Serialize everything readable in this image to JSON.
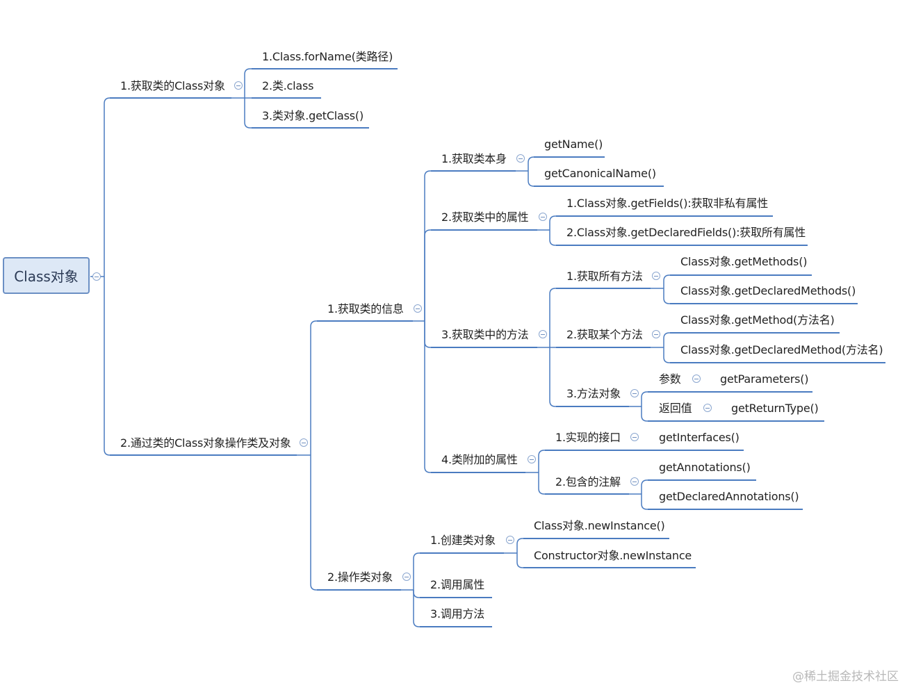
{
  "root": {
    "label": "Class对象"
  },
  "branch1": {
    "label": "1.获取类的Class对象",
    "children": [
      "1.Class.forName(类路径)",
      "2.类.class",
      "3.类对象.getClass()"
    ]
  },
  "branch2": {
    "label": "2.通过类的Class对象操作类及对象",
    "info": {
      "label": "1.获取类的信息",
      "self": {
        "label": "1.获取类本身",
        "children": [
          "getName()",
          "getCanonicalName()"
        ]
      },
      "fields": {
        "label": "2.获取类中的属性",
        "children": [
          "1.Class对象.getFields():获取非私有属性",
          "2.Class对象.getDeclaredFields():获取所有属性"
        ]
      },
      "methods": {
        "label": "3.获取类中的方法",
        "all": {
          "label": "1.获取所有方法",
          "children": [
            "Class对象.getMethods()",
            "Class对象.getDeclaredMethods()"
          ]
        },
        "one": {
          "label": "2.获取某个方法",
          "children": [
            "Class对象.getMethod(方法名)",
            "Class对象.getDeclaredMethod(方法名)"
          ]
        },
        "obj": {
          "label": "3.方法对象",
          "params": {
            "label": "参数",
            "child": "getParameters()"
          },
          "ret": {
            "label": "返回值",
            "child": "getReturnType()"
          }
        }
      },
      "extra": {
        "label": "4.类附加的属性",
        "iface": {
          "label": "1.实现的接口",
          "child": "getInterfaces()"
        },
        "anno": {
          "label": "2.包含的注解",
          "children": [
            "getAnnotations()",
            "getDeclaredAnnotations()"
          ]
        }
      }
    },
    "ops": {
      "label": "2.操作类对象",
      "create": {
        "label": "1.创建类对象",
        "children": [
          "Class对象.newInstance()",
          "Constructor对象.newInstance"
        ]
      },
      "attr": {
        "label": "2.调用属性"
      },
      "method": {
        "label": "3.调用方法"
      }
    }
  },
  "watermark": "@稀土掘金技术社区"
}
